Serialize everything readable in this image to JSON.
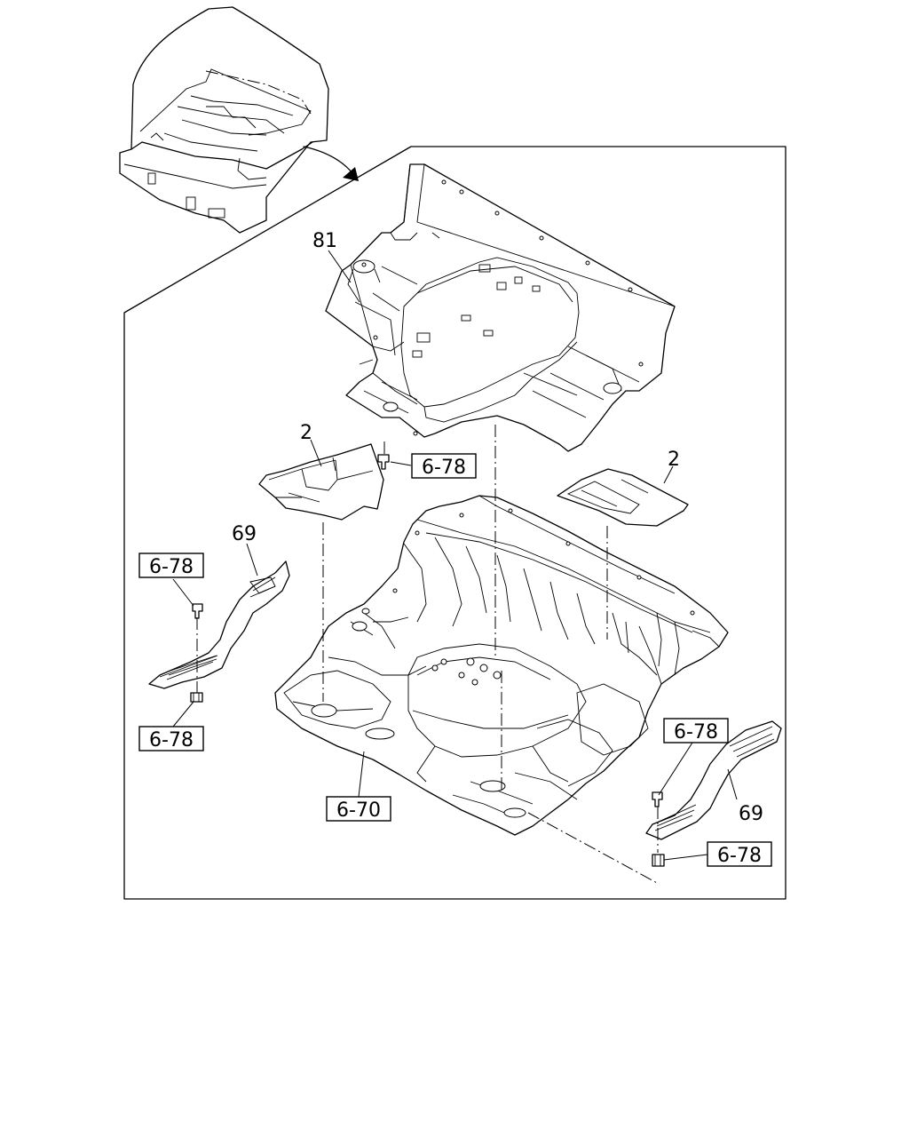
{
  "labels": {
    "part_81": "81",
    "part_2_left": "2",
    "part_2_right": "2",
    "part_69_left": "69",
    "part_69_right": "69"
  },
  "refs": {
    "ref_upper_bolt": "6-78",
    "ref_left_top": "6-78",
    "ref_left_bottom": "6-78",
    "ref_right_top": "6-78",
    "ref_right_bottom": "6-78",
    "ref_floor": "6-70"
  }
}
